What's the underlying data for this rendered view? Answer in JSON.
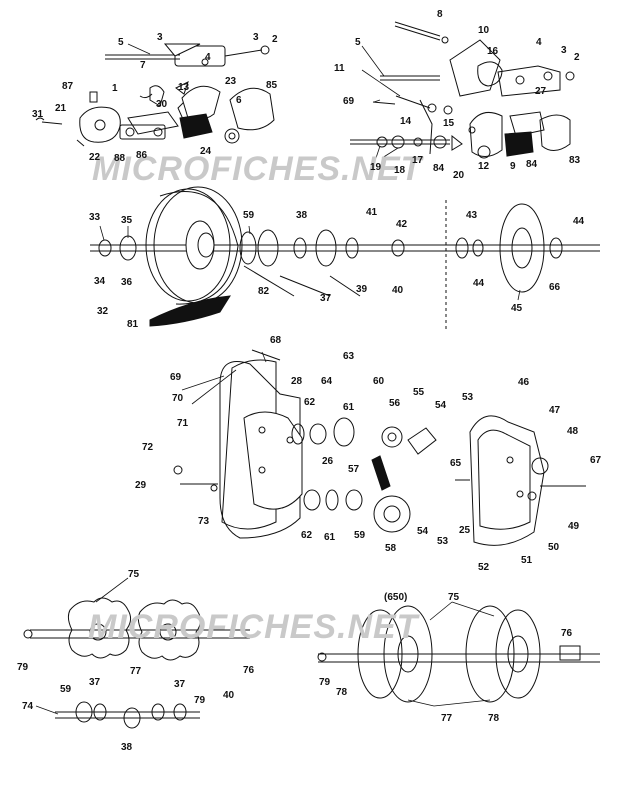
{
  "watermark": "MICROFICHES.NET",
  "page_header": "",
  "variant_label": "(650)",
  "colors": {
    "ink": "#111111",
    "watermark": "#c9c9c9",
    "paper": "#ffffff"
  },
  "callouts": [
    {
      "id": "c-5-a",
      "text": "5"
    },
    {
      "id": "c-3-a",
      "text": "3"
    },
    {
      "id": "c-3-b",
      "text": "3"
    },
    {
      "id": "c-2-a",
      "text": "2"
    },
    {
      "id": "c-4-a",
      "text": "4"
    },
    {
      "id": "c-7",
      "text": "7"
    },
    {
      "id": "c-87",
      "text": "87"
    },
    {
      "id": "c-1",
      "text": "1"
    },
    {
      "id": "c-13",
      "text": "13"
    },
    {
      "id": "c-23",
      "text": "23"
    },
    {
      "id": "c-85",
      "text": "85"
    },
    {
      "id": "c-30",
      "text": "30"
    },
    {
      "id": "c-6",
      "text": "6"
    },
    {
      "id": "c-21",
      "text": "21"
    },
    {
      "id": "c-31",
      "text": "31"
    },
    {
      "id": "c-22",
      "text": "22"
    },
    {
      "id": "c-88",
      "text": "88"
    },
    {
      "id": "c-86",
      "text": "86"
    },
    {
      "id": "c-24",
      "text": "24"
    },
    {
      "id": "c-8",
      "text": "8"
    },
    {
      "id": "c-10",
      "text": "10"
    },
    {
      "id": "c-5-b",
      "text": "5"
    },
    {
      "id": "c-4-b",
      "text": "4"
    },
    {
      "id": "c-3-c",
      "text": "3"
    },
    {
      "id": "c-2-b",
      "text": "2"
    },
    {
      "id": "c-16",
      "text": "16"
    },
    {
      "id": "c-11",
      "text": "11"
    },
    {
      "id": "c-27",
      "text": "27"
    },
    {
      "id": "c-69-a",
      "text": "69"
    },
    {
      "id": "c-14",
      "text": "14"
    },
    {
      "id": "c-15",
      "text": "15"
    },
    {
      "id": "c-19",
      "text": "19"
    },
    {
      "id": "c-18",
      "text": "18"
    },
    {
      "id": "c-17",
      "text": "17"
    },
    {
      "id": "c-84-a",
      "text": "84"
    },
    {
      "id": "c-20",
      "text": "20"
    },
    {
      "id": "c-12",
      "text": "12"
    },
    {
      "id": "c-9",
      "text": "9"
    },
    {
      "id": "c-84-b",
      "text": "84"
    },
    {
      "id": "c-83",
      "text": "83"
    },
    {
      "id": "c-33",
      "text": "33"
    },
    {
      "id": "c-35",
      "text": "35"
    },
    {
      "id": "c-59-a",
      "text": "59"
    },
    {
      "id": "c-38-a",
      "text": "38"
    },
    {
      "id": "c-41",
      "text": "41"
    },
    {
      "id": "c-42",
      "text": "42"
    },
    {
      "id": "c-43",
      "text": "43"
    },
    {
      "id": "c-44-a",
      "text": "44"
    },
    {
      "id": "c-34",
      "text": "34"
    },
    {
      "id": "c-36",
      "text": "36"
    },
    {
      "id": "c-82",
      "text": "82"
    },
    {
      "id": "c-37-a",
      "text": "37"
    },
    {
      "id": "c-39",
      "text": "39"
    },
    {
      "id": "c-40-a",
      "text": "40"
    },
    {
      "id": "c-44-b",
      "text": "44"
    },
    {
      "id": "c-66",
      "text": "66"
    },
    {
      "id": "c-32",
      "text": "32"
    },
    {
      "id": "c-45",
      "text": "45"
    },
    {
      "id": "c-81",
      "text": "81"
    },
    {
      "id": "c-68",
      "text": "68"
    },
    {
      "id": "c-63",
      "text": "63"
    },
    {
      "id": "c-69-b",
      "text": "69"
    },
    {
      "id": "c-70",
      "text": "70"
    },
    {
      "id": "c-28",
      "text": "28"
    },
    {
      "id": "c-64",
      "text": "64"
    },
    {
      "id": "c-60",
      "text": "60"
    },
    {
      "id": "c-46",
      "text": "46"
    },
    {
      "id": "c-71",
      "text": "71"
    },
    {
      "id": "c-62-a",
      "text": "62"
    },
    {
      "id": "c-61-a",
      "text": "61"
    },
    {
      "id": "c-55",
      "text": "55"
    },
    {
      "id": "c-53-a",
      "text": "53"
    },
    {
      "id": "c-56",
      "text": "56"
    },
    {
      "id": "c-54-a",
      "text": "54"
    },
    {
      "id": "c-47",
      "text": "47"
    },
    {
      "id": "c-48",
      "text": "48"
    },
    {
      "id": "c-72",
      "text": "72"
    },
    {
      "id": "c-26",
      "text": "26"
    },
    {
      "id": "c-57",
      "text": "57"
    },
    {
      "id": "c-67",
      "text": "67"
    },
    {
      "id": "c-65",
      "text": "65"
    },
    {
      "id": "c-29",
      "text": "29"
    },
    {
      "id": "c-73",
      "text": "73"
    },
    {
      "id": "c-62-b",
      "text": "62"
    },
    {
      "id": "c-61-b",
      "text": "61"
    },
    {
      "id": "c-59-b",
      "text": "59"
    },
    {
      "id": "c-54-b",
      "text": "54"
    },
    {
      "id": "c-25",
      "text": "25"
    },
    {
      "id": "c-49",
      "text": "49"
    },
    {
      "id": "c-50",
      "text": "50"
    },
    {
      "id": "c-58",
      "text": "58"
    },
    {
      "id": "c-53-b",
      "text": "53"
    },
    {
      "id": "c-51",
      "text": "51"
    },
    {
      "id": "c-52",
      "text": "52"
    },
    {
      "id": "c-75-a",
      "text": "75"
    },
    {
      "id": "c-75-b",
      "text": "75"
    },
    {
      "id": "c-76-a",
      "text": "76"
    },
    {
      "id": "c-79-a",
      "text": "79"
    },
    {
      "id": "c-77-a",
      "text": "77"
    },
    {
      "id": "c-76-b",
      "text": "76"
    },
    {
      "id": "c-59-c",
      "text": "59"
    },
    {
      "id": "c-37-b",
      "text": "37"
    },
    {
      "id": "c-37-c",
      "text": "37"
    },
    {
      "id": "c-79-b",
      "text": "79"
    },
    {
      "id": "c-40-b",
      "text": "40"
    },
    {
      "id": "c-74",
      "text": "74"
    },
    {
      "id": "c-38-b",
      "text": "38"
    },
    {
      "id": "c-79-c",
      "text": "79"
    },
    {
      "id": "c-78-a",
      "text": "78"
    },
    {
      "id": "c-77-b",
      "text": "77"
    },
    {
      "id": "c-78-b",
      "text": "78"
    }
  ]
}
